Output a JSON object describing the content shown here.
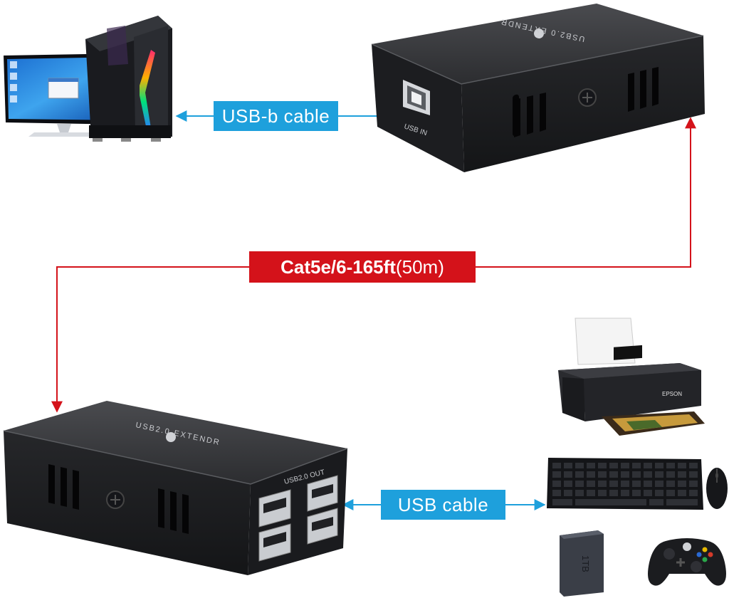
{
  "labels": {
    "usb_b_cable": "USB-b cable",
    "cat_cable_main": "Cat5e/6-165ft",
    "cat_cable_distance": "(50m)",
    "usb_cable": "USB cable"
  },
  "devices": {
    "transmitter": {
      "brand_text": "USB2.0 EXTENDR",
      "port_label": "USB IN"
    },
    "receiver": {
      "brand_text": "USB2.0 EXTENDR",
      "port_label": "USB2.0 OUT"
    },
    "printer_brand": "EPSON",
    "hard_drive_label": "1TB"
  },
  "colors": {
    "usb_line": "#1ea0dc",
    "cat_line": "#d4121a",
    "device_body": "#2a2b2e"
  },
  "icons": [
    "desktop-computer-icon",
    "transmitter-box",
    "receiver-box",
    "printer-icon",
    "keyboard-icon",
    "mouse-icon",
    "hard-drive-icon",
    "game-controller-icon"
  ]
}
